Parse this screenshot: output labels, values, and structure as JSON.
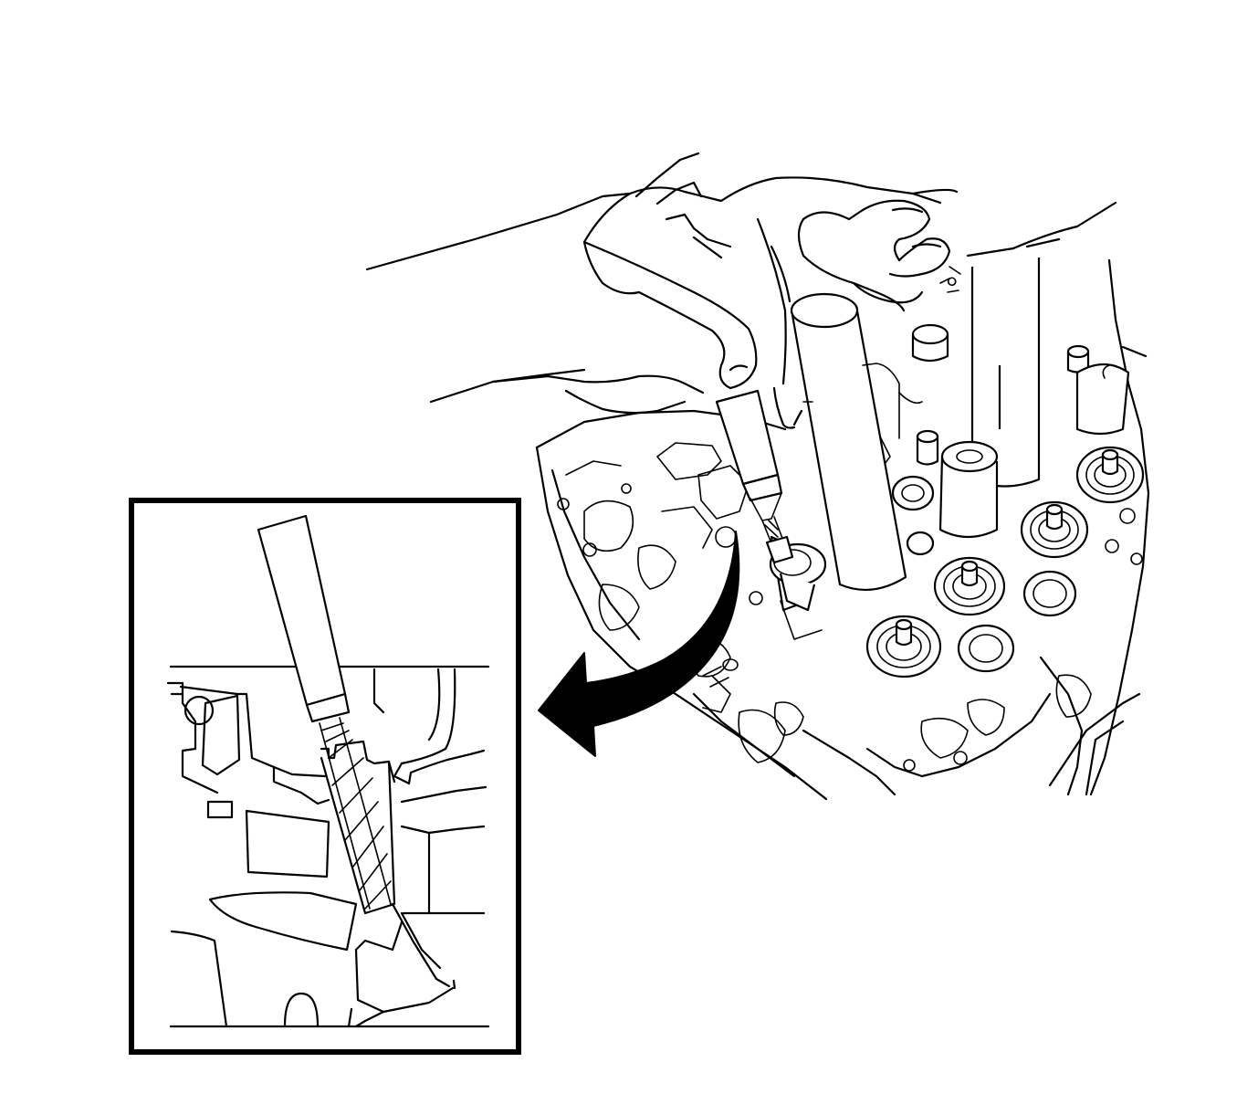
{
  "figure": {
    "description_visible_text": "",
    "colors": {
      "line": "#000000",
      "background": "#ffffff"
    },
    "parts": {
      "hand": "hand-holding-reamer",
      "tool": "valve-guide-reamer",
      "body": "cylinder-head",
      "inset": "detail-inset-valve-guide",
      "arrow": "callout-arrow"
    }
  }
}
